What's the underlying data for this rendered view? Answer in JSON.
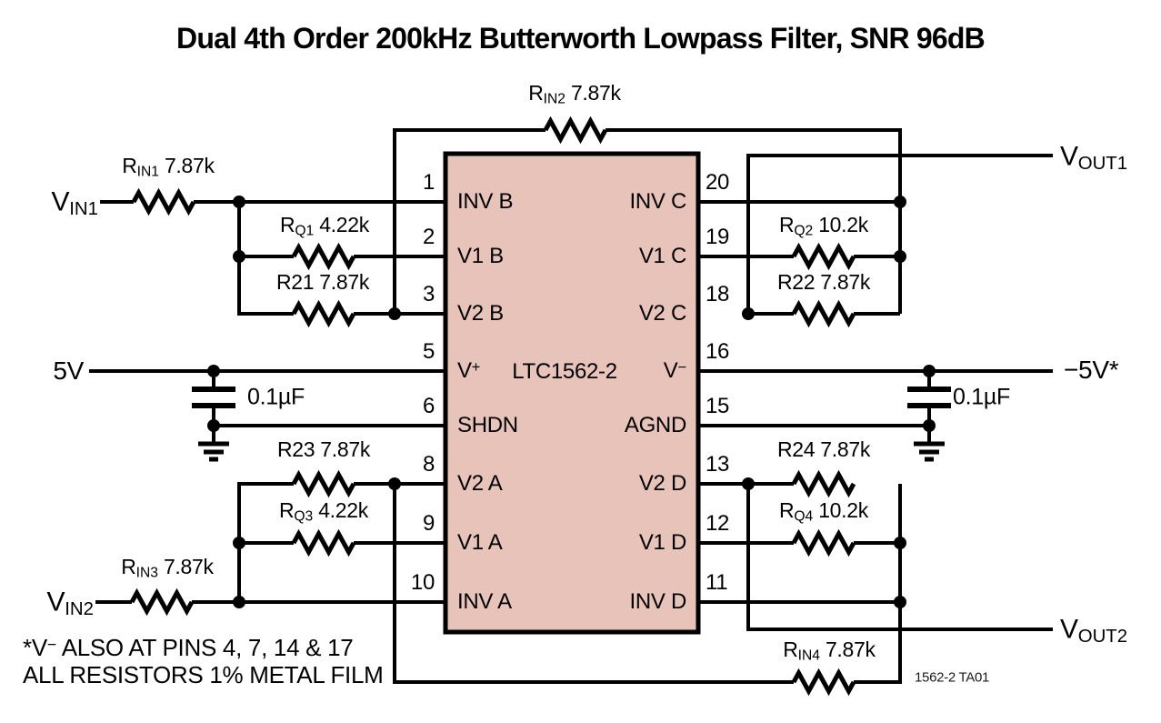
{
  "title": "Dual 4th Order 200kHz Butterworth Lowpass Filter, SNR 96dB",
  "ic": {
    "part": "LTC1562-2",
    "fill": "#e8c3ba",
    "left_pins": [
      {
        "num": "1",
        "name": "INV B"
      },
      {
        "num": "2",
        "name": "V1 B"
      },
      {
        "num": "3",
        "name": "V2 B"
      },
      {
        "num": "5",
        "main": "V",
        "sup": "+"
      },
      {
        "num": "6",
        "name": "SHDN"
      },
      {
        "num": "8",
        "name": "V2 A"
      },
      {
        "num": "9",
        "name": "V1 A"
      },
      {
        "num": "10",
        "name": "INV A"
      }
    ],
    "right_pins": [
      {
        "num": "20",
        "name": "INV C"
      },
      {
        "num": "19",
        "name": "V1 C"
      },
      {
        "num": "18",
        "name": "V2 C"
      },
      {
        "num": "16",
        "main": "V",
        "sup": "−"
      },
      {
        "num": "15",
        "name": "AGND"
      },
      {
        "num": "13",
        "name": "V2 D"
      },
      {
        "num": "12",
        "name": "V1 D"
      },
      {
        "num": "11",
        "name": "INV D"
      }
    ]
  },
  "resistors": {
    "rin1": {
      "ref": "R",
      "sub": "IN1",
      "value": "7.87k"
    },
    "rin2": {
      "ref": "R",
      "sub": "IN2",
      "value": "7.87k"
    },
    "rin3": {
      "ref": "R",
      "sub": "IN3",
      "value": "7.87k"
    },
    "rin4": {
      "ref": "R",
      "sub": "IN4",
      "value": "7.87k"
    },
    "rq1": {
      "ref": "R",
      "sub": "Q1",
      "value": "4.22k"
    },
    "rq2": {
      "ref": "R",
      "sub": "Q2",
      "value": "10.2k"
    },
    "rq3": {
      "ref": "R",
      "sub": "Q3",
      "value": "4.22k"
    },
    "rq4": {
      "ref": "R",
      "sub": "Q4",
      "value": "10.2k"
    },
    "r21": {
      "ref": "R21",
      "sub": "",
      "value": "7.87k"
    },
    "r22": {
      "ref": "R22",
      "sub": "",
      "value": "7.87k"
    },
    "r23": {
      "ref": "R23",
      "sub": "",
      "value": "7.87k"
    },
    "r24": {
      "ref": "R24",
      "sub": "",
      "value": "7.87k"
    }
  },
  "capacitors": {
    "left": "0.1µF",
    "right": "0.1µF"
  },
  "ports": {
    "vin1": {
      "main": "V",
      "sub": "IN1"
    },
    "vin2": {
      "main": "V",
      "sub": "IN2"
    },
    "vout1": {
      "main": "V",
      "sub": "OUT1"
    },
    "vout2": {
      "main": "V",
      "sub": "OUT2"
    },
    "pos_rail": "5V",
    "neg_rail": "−5V*"
  },
  "notes": {
    "line1_pre": "*V",
    "line1_sup": "−",
    "line1_rest": " ALSO AT PINS 4, 7, 14 & 17",
    "line2": "ALL RESISTORS 1% METAL FILM"
  },
  "figure_tag": "1562-2 TA01"
}
